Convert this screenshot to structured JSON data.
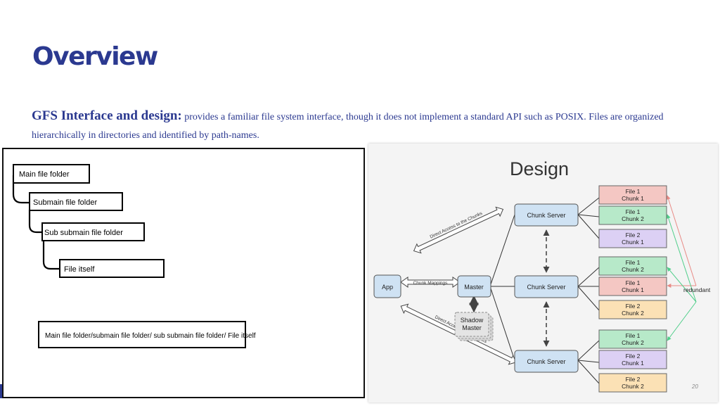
{
  "slide": {
    "title": "Overview",
    "paragraph_lead": "GFS Interface and design:",
    "paragraph_rest": " provides a familiar file system interface, though it does not implement a standard API such as POSIX. Files are organized hierarchically in directories and identified by path-names.",
    "page_number": "20"
  },
  "hierarchy": {
    "main_folder": "Main file folder",
    "submain_folder": "Submain file folder",
    "sub_submain_folder": "Sub submain file folder",
    "file_itself": "File itself",
    "path": "Main file folder/submain file folder/ sub submain file folder/ File itself"
  },
  "design": {
    "title": "Design",
    "app": "App",
    "master": "Master",
    "shadow_master_line1": "Shadow",
    "shadow_master_line2": "Master",
    "chunk_server": "Chunk Server",
    "chunk_mappings": "Chunk Mappings",
    "direct_access": "Direct Access to the Chunks",
    "redundant": "redundant",
    "chunks": [
      {
        "line1": "File 1",
        "line2": "Chunk 1",
        "color": "#f4c7c3"
      },
      {
        "line1": "File 1",
        "line2": "Chunk 2",
        "color": "#b7e9c9"
      },
      {
        "line1": "File 2",
        "line2": "Chunk 1",
        "color": "#dcd0f4"
      },
      {
        "line1": "File 1",
        "line2": "Chunk 2",
        "color": "#b7e9c9"
      },
      {
        "line1": "File 1",
        "line2": "Chunk 1",
        "color": "#f4c7c3"
      },
      {
        "line1": "File 2",
        "line2": "Chunk 2",
        "color": "#fbe1b5"
      },
      {
        "line1": "File 1",
        "line2": "Chunk 2",
        "color": "#b7e9c9"
      },
      {
        "line1": "File 2",
        "line2": "Chunk 1",
        "color": "#dcd0f4"
      },
      {
        "line1": "File 2",
        "line2": "Chunk 2",
        "color": "#fbe1b5"
      }
    ]
  }
}
